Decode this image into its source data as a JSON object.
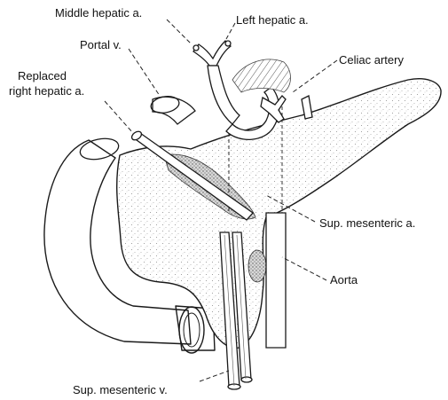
{
  "labels": {
    "middle_hepatic": "Middle hepatic a.",
    "left_hepatic": "Left hepatic a.",
    "portal_vein": "Portal v.",
    "celiac_artery": "Celiac artery",
    "replaced_right_hepatic_line1": "Replaced",
    "replaced_right_hepatic_line2": "right hepatic a.",
    "sup_mesenteric_artery": "Sup. mesenteric a.",
    "aorta": "Aorta",
    "sup_mesenteric_vein": "Sup. mesenteric v."
  },
  "colors": {
    "ink": "#1a1a1a",
    "stipple": "#8a8a8a",
    "background": "#ffffff"
  }
}
